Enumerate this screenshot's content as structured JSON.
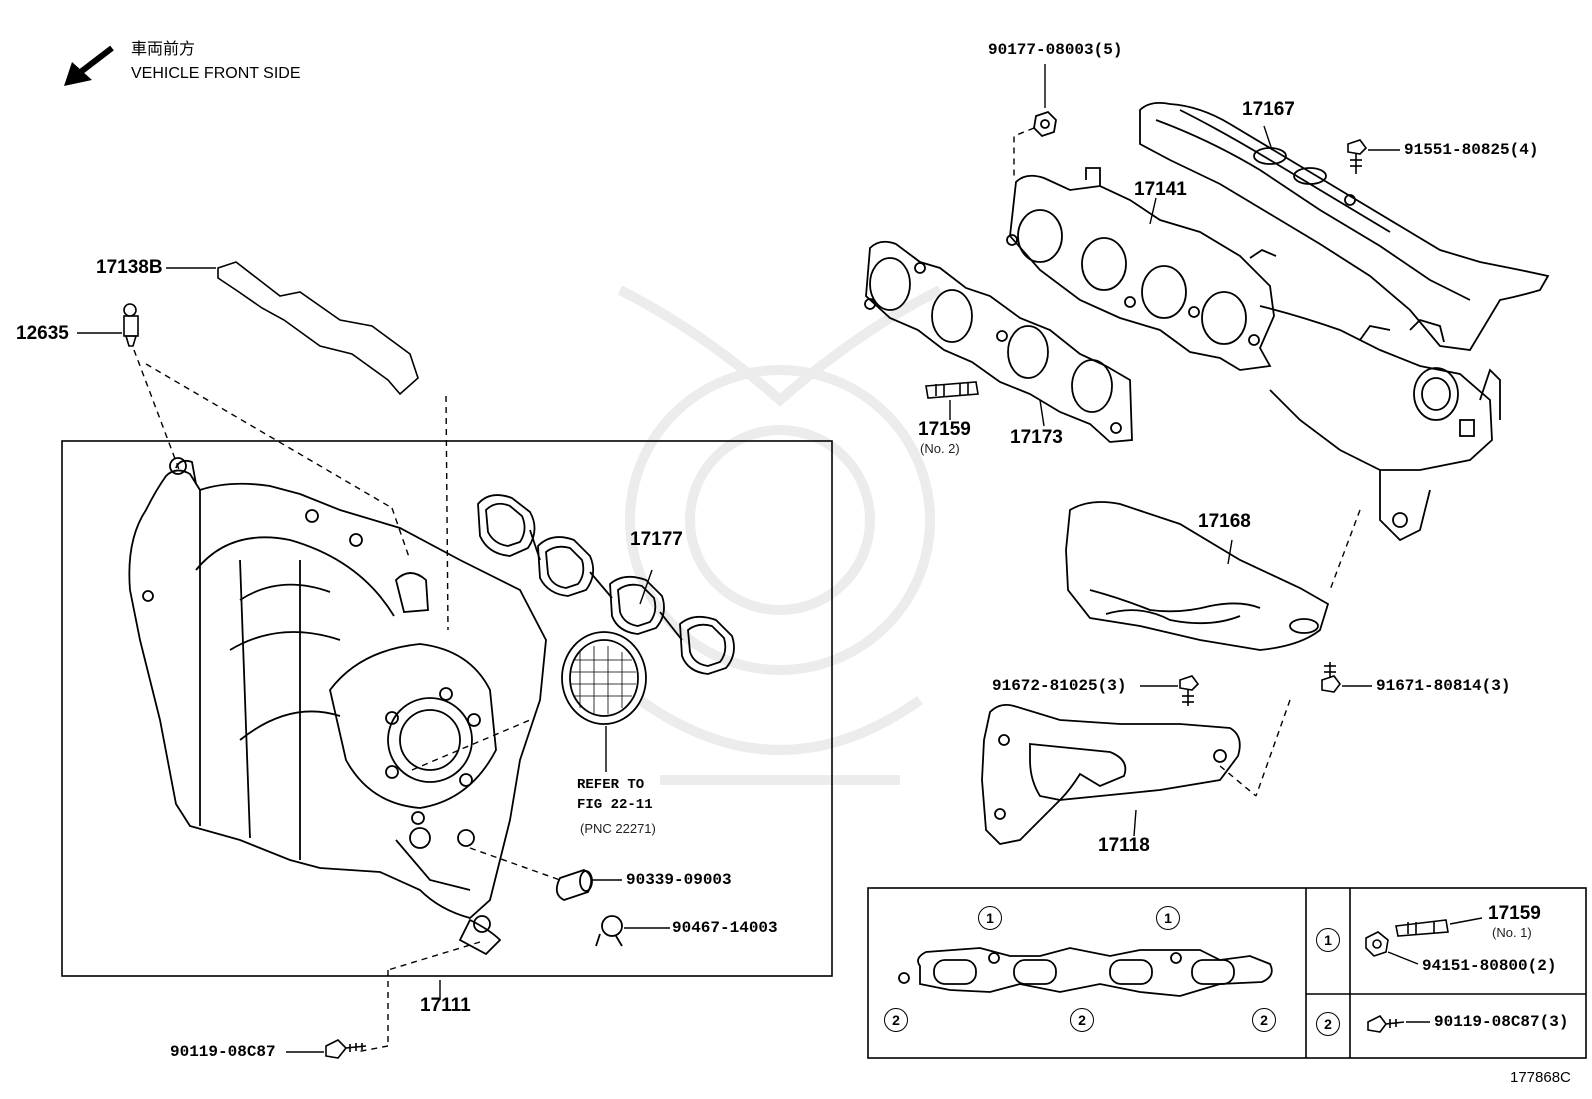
{
  "header": {
    "direction_jp": "車両前方",
    "direction_en": "VEHICLE FRONT SIDE"
  },
  "parts": {
    "p17138b": "17138B",
    "p12635": "12635",
    "p17177": "17177",
    "p17111": "17111",
    "p90339": "90339-09003",
    "p90467": "90467-14003",
    "p90119_left": "90119-08C87",
    "p90177": "90177-08003(5)",
    "p17167": "17167",
    "p91551": "91551-80825(4)",
    "p17141": "17141",
    "p17159_no2": "17159",
    "p17159_no2_sub": "(No. 2)",
    "p17173": "17173",
    "p17168": "17168",
    "p91672": "91672-81025(3)",
    "p91671": "91671-80814(3)",
    "p17118": "17118"
  },
  "refer": {
    "line1": "REFER TO",
    "line2": "FIG 22-11",
    "line3": "(PNC 22271)"
  },
  "legend": {
    "marker1": "1",
    "marker2": "2",
    "p17159_no1": "17159",
    "p17159_no1_sub": "(No. 1)",
    "p94151": "94151-80800(2)",
    "p90119_right": "90119-08C87(3)"
  },
  "figure_id": "177868C"
}
